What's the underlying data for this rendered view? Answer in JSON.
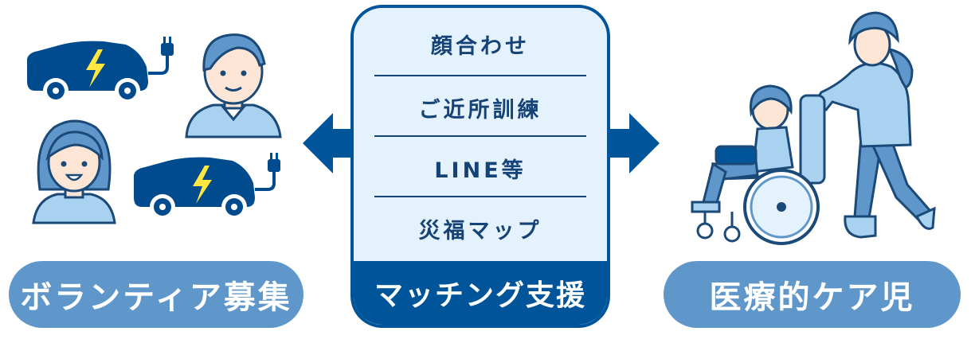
{
  "center": {
    "items": [
      "顔合わせ",
      "ご近所訓練",
      "LINE等",
      "災福マップ"
    ],
    "footer": "マッチング支援"
  },
  "left": {
    "label": "ボランティア募集"
  },
  "right": {
    "label": "医療的ケア児"
  },
  "colors": {
    "navy": "#00559a",
    "light_blue_panel": "#e4f2fd",
    "pill_blue": "#5f97cb",
    "car_blue": "#004b8d",
    "lightning_yellow": "#ffe73f"
  }
}
